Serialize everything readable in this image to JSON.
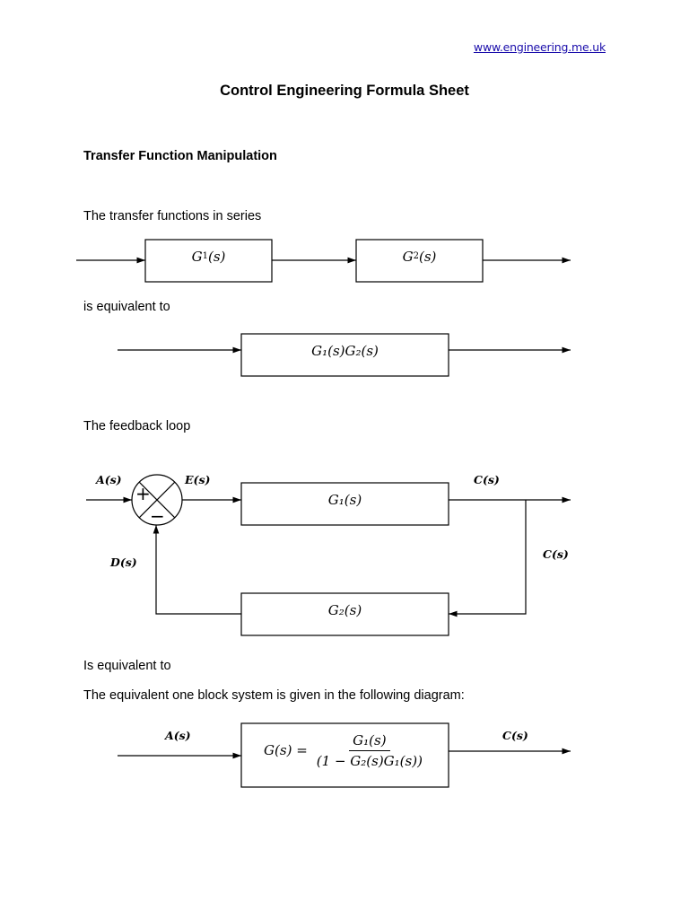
{
  "header": {
    "link_text": "www.engineering.me.uk"
  },
  "document": {
    "title": "Control Engineering Formula Sheet",
    "section_heading": "Transfer Function Manipulation",
    "series_intro": "The transfer functions in series",
    "equivalent_1": "is equivalent to",
    "feedback_intro": "The feedback loop",
    "equivalent_2": "Is equivalent to",
    "one_block_intro": "The equivalent one block system is given in the following diagram:"
  },
  "diagrams": {
    "series": {
      "block1": "G",
      "block1_sub": "1",
      "block2": "G",
      "block2_sub": "2",
      "arg": "(s)"
    },
    "combined": {
      "label": "G₁(s)G₂(s)"
    },
    "feedback": {
      "input": "A(s)",
      "error": "E(s)",
      "output": "C(s)",
      "return_label": "C(s)",
      "feedback_signal": "D(s)",
      "plus": "+",
      "minus": "−",
      "forward_block": "G₁(s)",
      "feedback_block": "G₂(s)"
    },
    "one_block": {
      "input": "A(s)",
      "output": "C(s)",
      "lhs": "G(s) =",
      "numerator": "G₁(s)",
      "denominator": "(1 − G₂(s)G₁(s))"
    }
  }
}
